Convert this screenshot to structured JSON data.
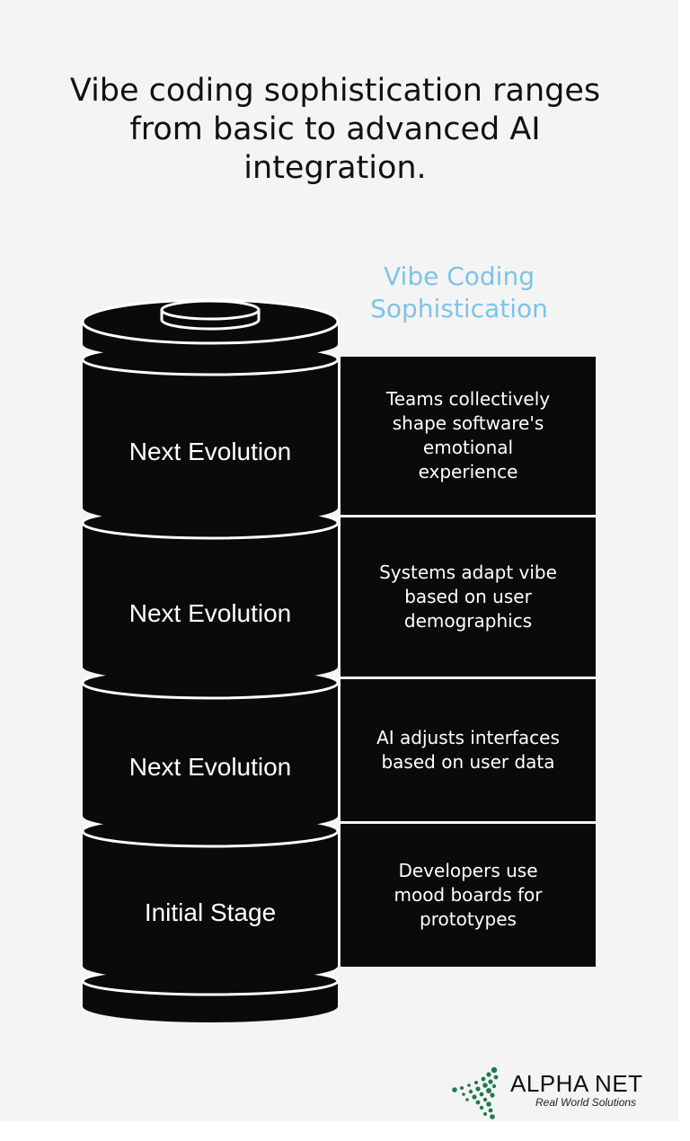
{
  "title": "Vibe coding sophistication ranges from basic to advanced AI integration.",
  "subtitle": "Vibe Coding Sophistication",
  "stages": [
    {
      "label": "Next Evolution",
      "description": "Teams collectively shape software's emotional experience"
    },
    {
      "label": "Next Evolution",
      "description": "Systems adapt vibe based on user demographics"
    },
    {
      "label": "Next Evolution",
      "description": "AI adjusts interfaces based on user data"
    },
    {
      "label": "Initial Stage",
      "description": "Developers use mood boards for prototypes"
    }
  ],
  "logo": {
    "name": "ALPHA NET",
    "tagline": "Real World Solutions"
  },
  "colors": {
    "background": "#f4f4f4",
    "segment_fill": "#0a0a0a",
    "accent": "#7dc3ec",
    "logo_green": "#1f7a4c"
  }
}
